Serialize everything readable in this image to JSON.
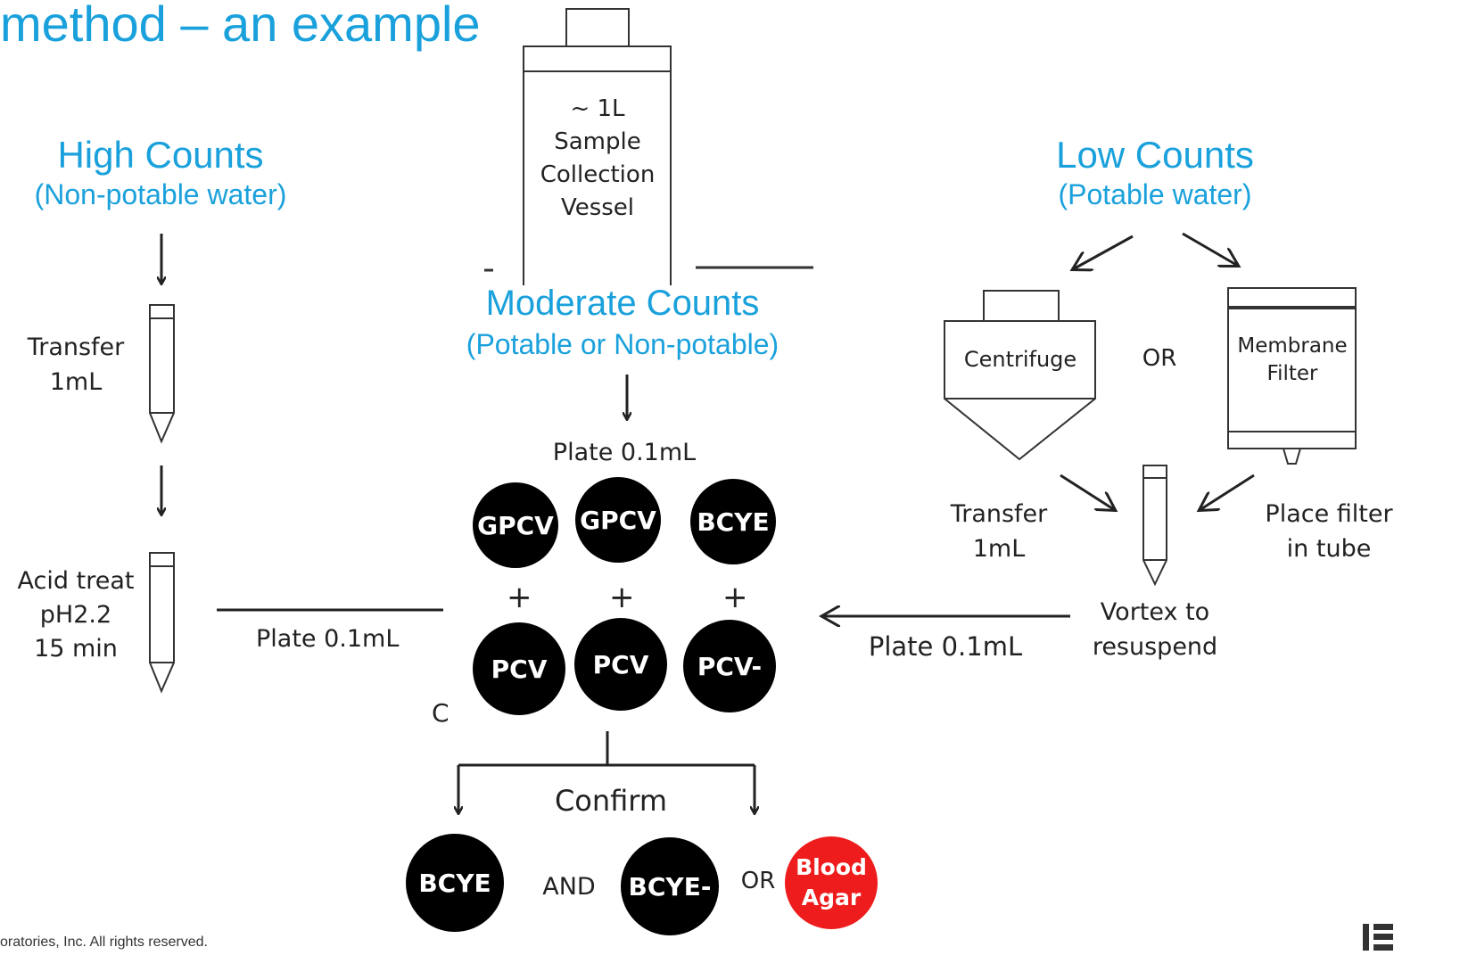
{
  "page": {
    "title": "method – an example",
    "footer": "oratories, Inc. All rights reserved."
  },
  "vessel": {
    "line1": "~ 1L",
    "line2": "Sample",
    "line3": "Collection",
    "line4": "Vessel"
  },
  "high": {
    "title": "High Counts",
    "subtitle": "(Non-potable water)",
    "step1_line1": "Transfer",
    "step1_line2": "1mL",
    "step2_line1": "Acid treat",
    "step2_line2": "pH2.2",
    "step2_line3": "15 min",
    "plate": "Plate 0.1mL"
  },
  "moderate": {
    "title": "Moderate Counts",
    "subtitle": "(Potable or Non-potable)",
    "plate": "Plate 0.1mL",
    "dishes_top": [
      "GPCV",
      "GPCV",
      "BCYE"
    ],
    "plus": "+",
    "dishes_bottom": [
      "PCV",
      "PCV",
      "PCV-"
    ]
  },
  "low": {
    "title": "Low Counts",
    "subtitle": "(Potable water)",
    "centrifuge": "Centrifuge",
    "or": "OR",
    "membrane_line1": "Membrane",
    "membrane_line2": "Filter",
    "transfer_line1": "Transfer",
    "transfer_line2": "1mL",
    "filter_line1": "Place filter",
    "filter_line2": "in tube",
    "vortex_line1": "Vortex to",
    "vortex_line2": "resuspend",
    "plate": "Plate 0.1mL"
  },
  "confirm": {
    "label": "Confirm",
    "dish1": "BCYE",
    "and": "AND",
    "dish2": "BCYE-",
    "or": "OR",
    "blood_line1": "Blood",
    "blood_line2": "Agar"
  },
  "colors": {
    "accent": "#1aa1dc",
    "dish": "#000000",
    "blood": "#ee1c1c"
  }
}
